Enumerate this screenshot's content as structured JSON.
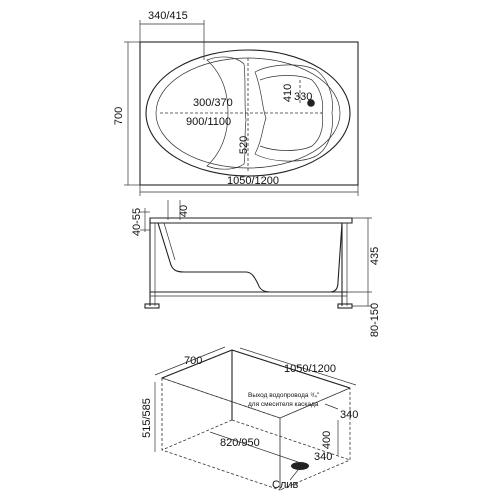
{
  "top_view": {
    "dim_top": "340/415",
    "dim_left": "700",
    "dim_bottom": "1050/1200",
    "dim_inner_width": "300/370",
    "dim_inner_length": "900/1100",
    "dim_seat_depth": "520",
    "dim_drain_height": "410",
    "dim_drain_offset": "330"
  },
  "side_view": {
    "dim_rim": "40",
    "dim_rim_range": "40-55",
    "dim_height": "435",
    "dim_legs": "80-150"
  },
  "iso_view": {
    "dim_depth": "700",
    "dim_length": "1050/1200",
    "dim_height": "515/585",
    "dim_bottom_len": "820/950",
    "dim_water_offset": "340",
    "dim_water_height": "400",
    "dim_drain": "340",
    "note_line1": "Выход водопровода ³/₄\"",
    "note_line2": "для смесителя каскада",
    "drain_label": "Слив"
  },
  "colors": {
    "ink": "#222222",
    "background": "#ffffff"
  }
}
